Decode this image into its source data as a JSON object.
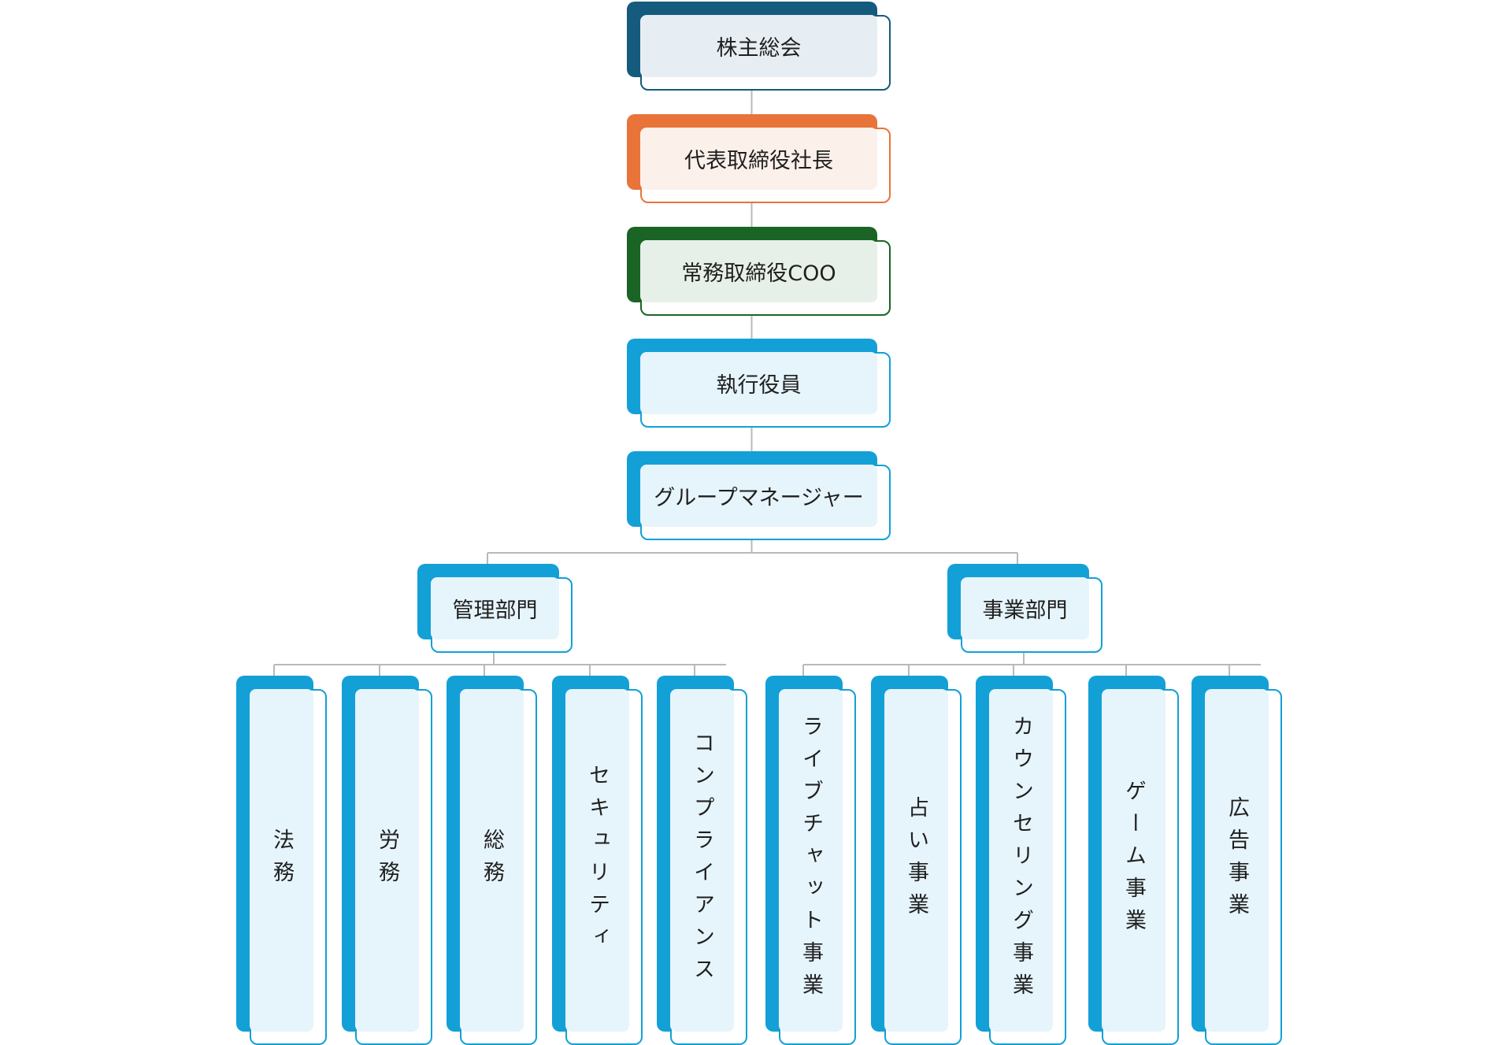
{
  "colors": {
    "navy": "#155b7d",
    "orange": "#e8743a",
    "green": "#1a6426",
    "blue": "#13a0d6",
    "connector": "#b9b9b9"
  },
  "org": {
    "top": [
      {
        "id": "shareholders",
        "label": "株主総会",
        "theme": "navy"
      },
      {
        "id": "ceo",
        "label": "代表取締役社長",
        "theme": "orange"
      },
      {
        "id": "coo",
        "label": "常務取締役COO",
        "theme": "green"
      },
      {
        "id": "officers",
        "label": "執行役員",
        "theme": "blue"
      },
      {
        "id": "group-manager",
        "label": "グループマネージャー",
        "theme": "blue"
      }
    ],
    "divisions": [
      {
        "id": "admin",
        "label": "管理部門",
        "children": [
          "法務",
          "労務",
          "総務",
          "セキュリティ",
          "コンプライアンス"
        ]
      },
      {
        "id": "business",
        "label": "事業部門",
        "children": [
          "ライブチャット事業",
          "占い事業",
          "カウンセリング事業",
          "ゲーム事業",
          "広告事業"
        ]
      }
    ]
  }
}
